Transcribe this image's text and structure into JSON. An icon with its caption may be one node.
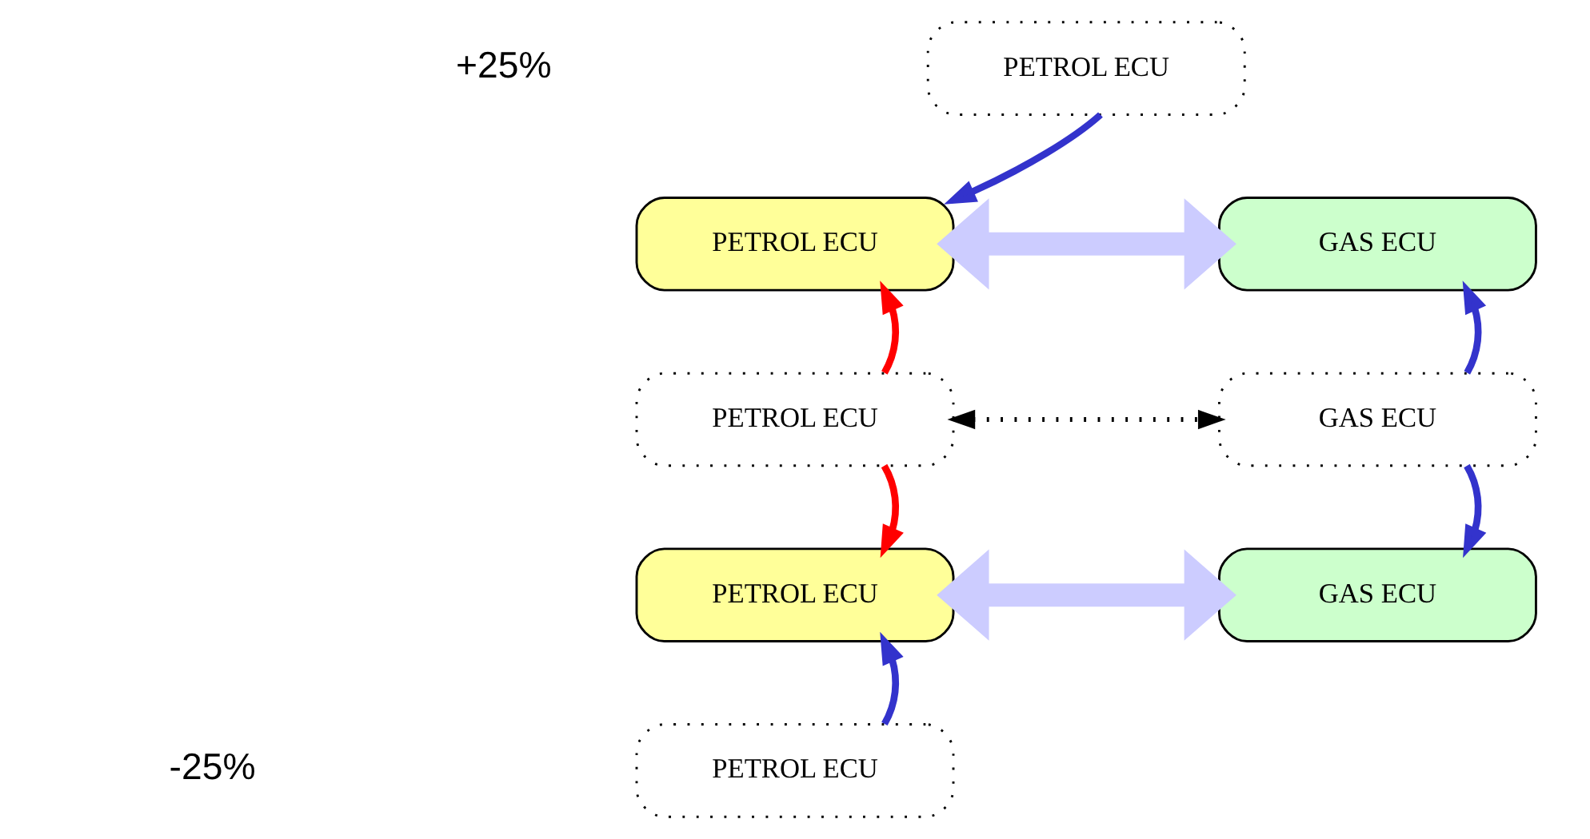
{
  "diagram": {
    "nodes": [
      {
        "text": [
          "PETROL ECU"
        ]
      },
      {
        "text": [
          "PETROL ECU"
        ]
      },
      {
        "text": [
          "PETROL ECU"
        ]
      },
      {
        "text": [
          "PETROL ECU"
        ]
      },
      {
        "text": [
          "PETROL ECU"
        ]
      },
      {
        "text": [
          "GAS ECU"
        ]
      },
      {
        "text": [
          "GAS ECU"
        ]
      },
      {
        "text": [
          "GAS ECU"
        ]
      }
    ],
    "edges": [
      {
        "from": 0,
        "to": 1,
        "arrow": "to"
      },
      {
        "from": 1,
        "to": 5,
        "arrow": "both",
        "style": "thick",
        "color": "#ccccff"
      },
      {
        "from": 2,
        "to": 1,
        "arrow": "to",
        "color": "#ff0000"
      },
      {
        "from": 2,
        "to": 6,
        "arrow": "both",
        "style": "dashed",
        "color": "#000000"
      },
      {
        "from": 6,
        "to": 5,
        "arrow": "to"
      },
      {
        "from": 2,
        "to": 3,
        "arrow": "to",
        "color": "#ff0000"
      },
      {
        "from": 6,
        "to": 7,
        "arrow": "to"
      },
      {
        "from": 3,
        "to": 7,
        "arrow": "both",
        "style": "thick",
        "color": "#ccccff"
      },
      {
        "from": 4,
        "to": 3,
        "arrow": "to"
      }
    ],
    "labels": [
      "+25%",
      "-25%"
    ]
  }
}
